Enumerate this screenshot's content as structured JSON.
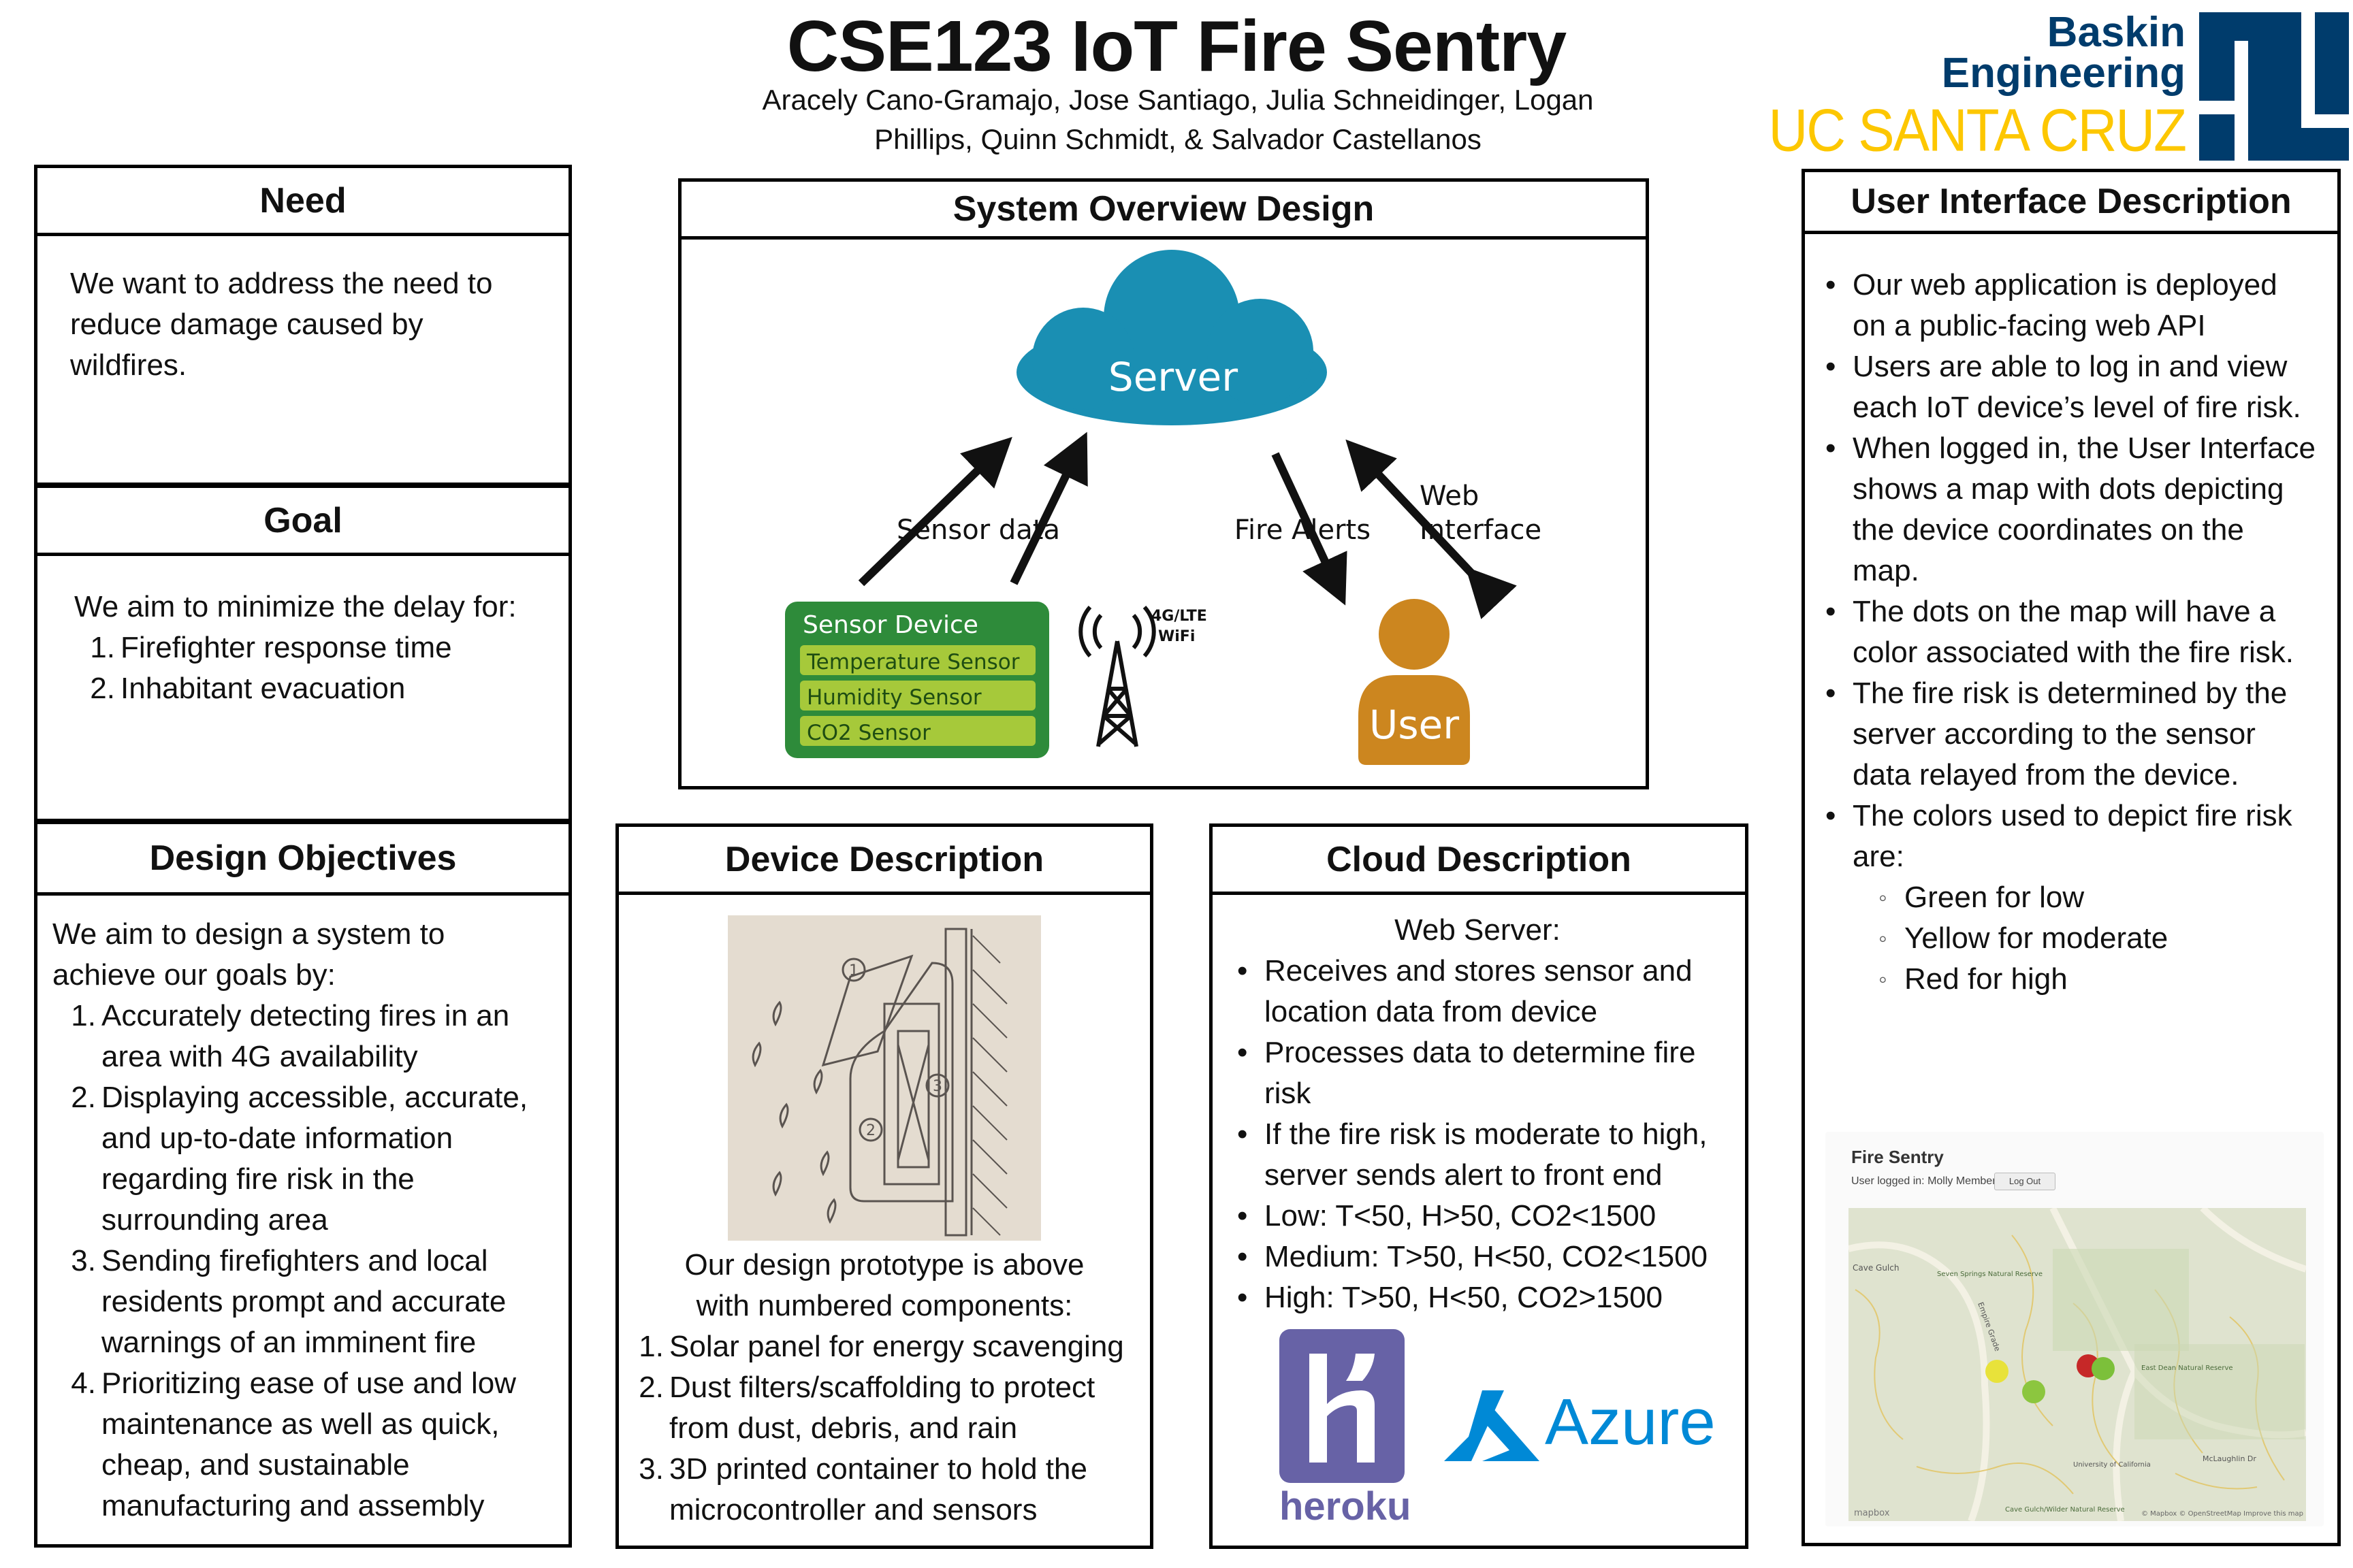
{
  "header": {
    "title": "CSE123 IoT Fire Sentry",
    "authors_line1": "Aracely Cano-Gramajo, Jose Santiago, Julia Schneidinger, Logan",
    "authors_line2": "Phillips, Quinn Schmidt, & Salvador Castellanos"
  },
  "logo": {
    "line1": "Baskin",
    "line2": "Engineering",
    "line3": "UC SANTA CRUZ",
    "colors": {
      "blue": "#003c6c",
      "gold": "#fdc700"
    }
  },
  "need": {
    "heading": "Need",
    "text": "We want to address the need to reduce damage caused by wildfires."
  },
  "goal": {
    "heading": "Goal",
    "intro": "We aim to minimize the delay for:",
    "items": [
      "Firefighter response time",
      "Inhabitant evacuation"
    ]
  },
  "objectives": {
    "heading": "Design Objectives",
    "intro": "We aim to design a system to achieve our goals by:",
    "items": [
      "Accurately detecting fires in an area with 4G availability",
      "Displaying accessible, accurate, and up-to-date information regarding fire risk in the surrounding area",
      "Sending firefighters and local residents prompt and accurate warnings of an imminent fire",
      "Prioritizing ease of use and low maintenance as well as quick, cheap, and sustainable manufacturing and assembly"
    ]
  },
  "overview": {
    "heading": "System Overview Design",
    "server": "Server",
    "sensor_data": "Sensor data",
    "fire_alerts": "Fire Alerts",
    "web": "Web",
    "interface": "Interface",
    "device_title": "Sensor Device",
    "sensors": [
      "Temperature Sensor",
      "Humidity Sensor",
      "CO2 Sensor"
    ],
    "tower_line1": "4G/LTE",
    "tower_line2": "WiFi",
    "user": "User",
    "colors": {
      "cloud": "#1a8fb3",
      "device": "#2e8b3a",
      "sensor": "#a6c93a",
      "user": "#cc861f"
    }
  },
  "device": {
    "heading": "Device Description",
    "sketch_labels": [
      "1",
      "2",
      "3"
    ],
    "caption": "Our design prototype is above with numbered components:",
    "items": [
      "Solar panel for energy scavenging",
      "Dust filters/scaffolding to protect from dust, debris, and rain",
      "3D printed container to hold the microcontroller and sensors"
    ]
  },
  "cloud": {
    "heading": "Cloud Description",
    "subheading": "Web Server:",
    "items": [
      "Receives and stores sensor and location data from device",
      "Processes data to determine fire risk",
      "If the fire risk is moderate to high, server sends alert to front end",
      "Low: T<50, H>50, CO2<1500",
      "Medium: T>50, H<50, CO2<1500",
      "High: T>50, H<50, CO2>1500"
    ],
    "heroku": "heroku",
    "azure": "Azure"
  },
  "ui": {
    "heading": "User Interface Description",
    "items": [
      "Our web application is deployed on a public-facing web API",
      "Users are able to log in and view each IoT device’s level of fire risk.",
      "When logged in, the User Interface shows a map with dots depicting the device coordinates on the map.",
      "The  dots on the map will have a color  associated with the fire risk.",
      "The fire risk is determined by the server according to the sensor data relayed from the device.",
      "The colors used to depict fire risk are:"
    ],
    "colors_list": [
      "Green for low",
      "Yellow for moderate",
      "Red for high"
    ],
    "app": {
      "title": "Fire Sentry",
      "logged_in": "User logged in: Molly Member",
      "logout": "Log Out",
      "map_labels": [
        "Cave Gulch",
        "Seven Springs Natural Reserve",
        "East Dean Natural Reserve",
        "University of California",
        "McLaughlin Dr",
        "Empire Grade",
        "Cave Gulch/Wilder Natural Reserve"
      ],
      "attribution": "© Mapbox © OpenStreetMap Improve this map",
      "mapbox": "mapbox",
      "dot_colors": [
        "#e8e23a",
        "#8cc63f",
        "#c62828",
        "#7cc03a"
      ]
    }
  }
}
